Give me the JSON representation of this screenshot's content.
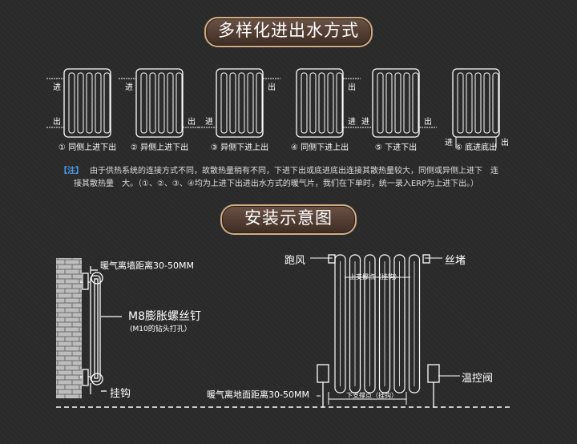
{
  "section1_title": "多样化进出水方式",
  "section2_title": "安装示意图",
  "diagrams": [
    {
      "in_label": "进",
      "out_label": "出",
      "caption": "① 同侧上进下出"
    },
    {
      "in_label": "进",
      "out_label": "出",
      "caption": "② 异侧上进下出"
    },
    {
      "in_label": "进",
      "out_label": "出",
      "caption": "③ 异侧下进上出"
    },
    {
      "in_label": "进",
      "out_label": "出",
      "caption": "④ 同侧下进上出"
    },
    {
      "in_label": "进",
      "out_label": "出",
      "caption": "⑤ 下进下出"
    },
    {
      "in_label": "进",
      "out_label": "出",
      "caption": "⑥ 底进底出"
    }
  ],
  "note": {
    "tag": "【注】",
    "line1": "由于供热系统的连接方式不同，故散热量稍有不同，下进下出或底进底出连接其散热量较大，同侧或异侧上进下　连",
    "line2": "接其散热量　大。（①、②、③、④均为上进下出进出水方式的暖气片，我们在下单时，统一录入ERP为上进下出。）"
  },
  "install": {
    "wall_distance": "暖气离墙距离30-50MM",
    "bolt": "M8膨胀螺丝钉",
    "bolt_sub": "(M10的钻头打孔）",
    "hook": "挂钩",
    "vent": "跑风",
    "plug": "丝堵",
    "upper_mount": "上支撑点（挂钩）",
    "valve": "温控阀",
    "floor_distance": "暖气离地面距离30-50MM",
    "lower_mount": "下支撑点（挂钩）"
  },
  "colors": {
    "bg": "#2a2a2a",
    "pill_border": "#cfae83",
    "pill_fill": "#4e3a30",
    "accent_blue": "#4a9be8",
    "line": "#ffffff"
  }
}
